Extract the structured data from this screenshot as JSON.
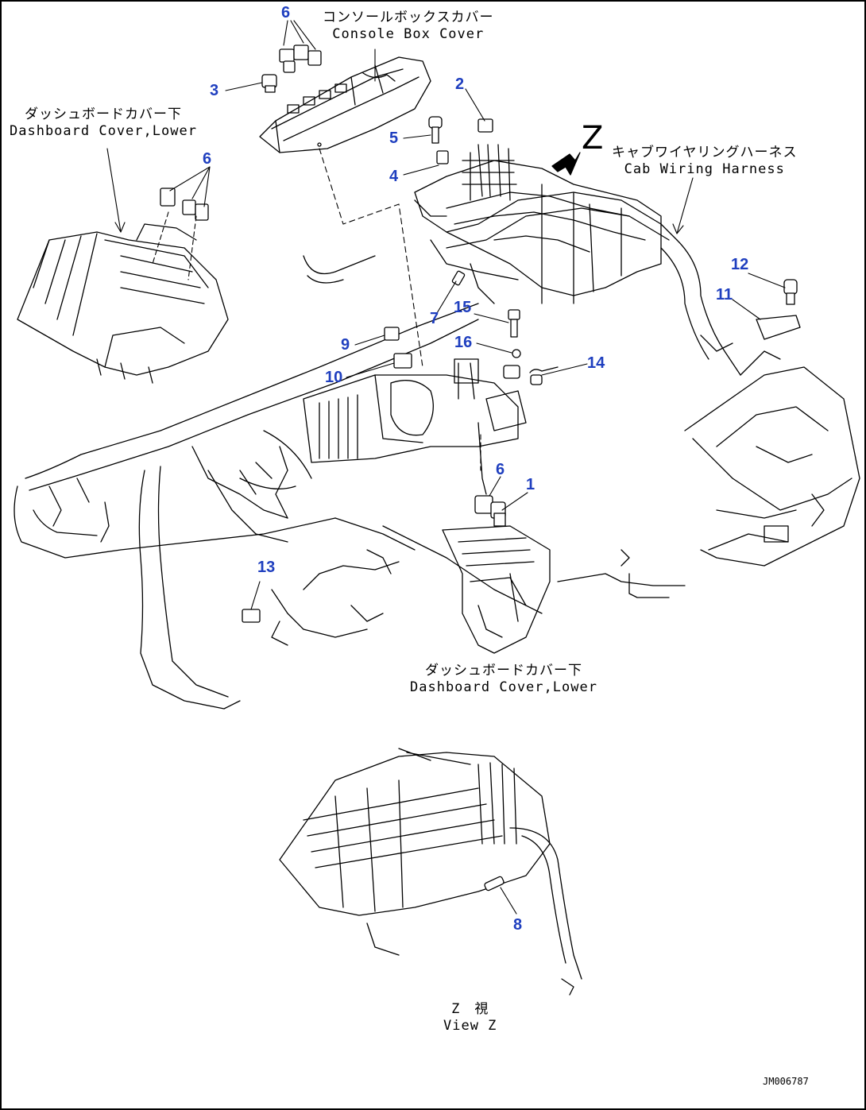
{
  "labels": {
    "console_cover_jp": "コンソールボックスカバー",
    "console_cover_en": "Console Box Cover",
    "dash_upper_jp": "ダッシュボードカバー下",
    "dash_upper_en": "Dashboard Cover,Lower",
    "harness_jp": "キャブワイヤリングハーネス",
    "harness_en": "Cab Wiring Harness",
    "dash_lower_jp": "ダッシュボードカバー下",
    "dash_lower_en": "Dashboard Cover,Lower",
    "view_jp": "Z　視",
    "view_en": "View Z",
    "z_marker": "Z",
    "doc_number": "JM006787"
  },
  "callouts": {
    "c6a": "6",
    "c3": "3",
    "c2": "2",
    "c5": "5",
    "c4": "4",
    "c6b": "6",
    "c12": "12",
    "c11": "11",
    "c7": "7",
    "c15": "15",
    "c9": "9",
    "c16": "16",
    "c14": "14",
    "c10": "10",
    "c6c": "6",
    "c1": "1",
    "c13": "13",
    "c8": "8"
  },
  "colors": {
    "callout": "#1f3fbf",
    "line": "#000000"
  }
}
